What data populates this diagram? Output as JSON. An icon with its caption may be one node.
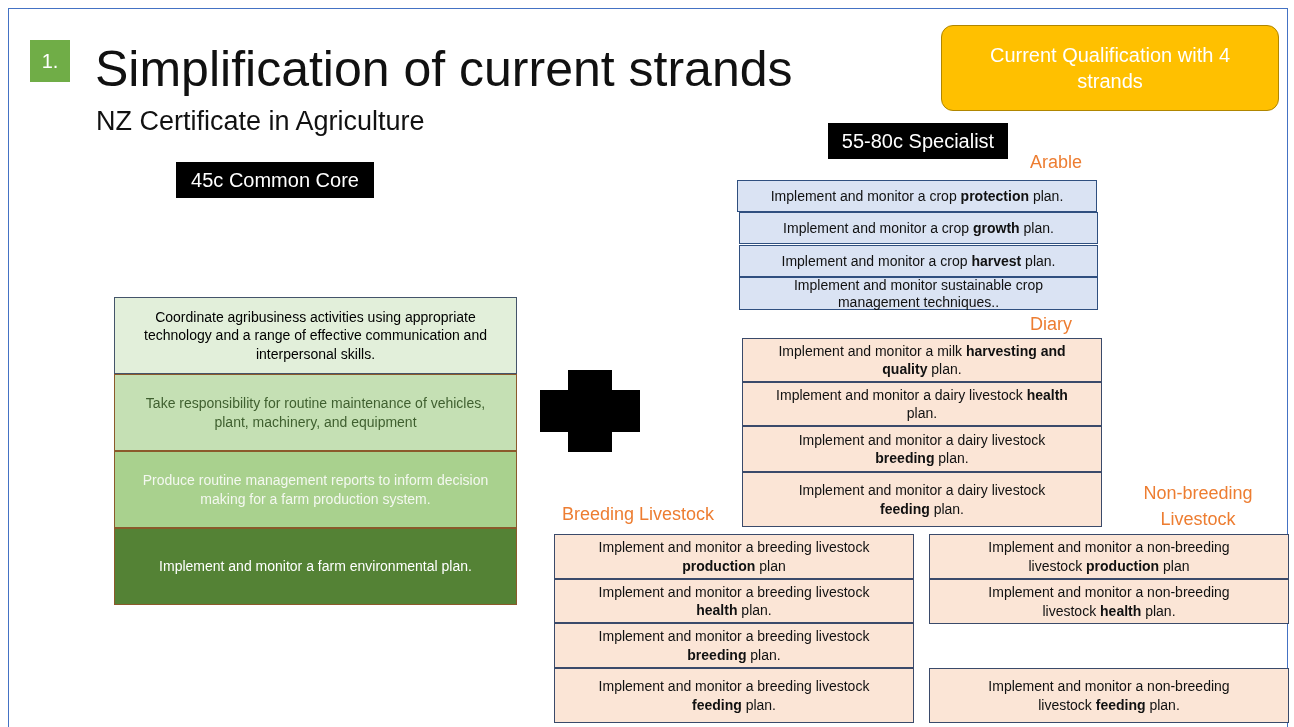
{
  "diagram": {
    "title": "Simplification of current strands",
    "nodes": [
      {
        "text": [
          "1."
        ]
      },
      {
        "text": [
          "Current Qualification with 4 strands"
        ]
      },
      {
        "text": [
          "55-80c Specialist"
        ]
      },
      {
        "text": [
          "45c Common Core"
        ]
      },
      {
        "text": [
          "Coordinate agribusiness activities using appropriate technology and a range of effective communication and interpersonal skills."
        ]
      },
      {
        "text": [
          "Take responsibility for routine maintenance of vehicles, plant, machinery, and equipment"
        ]
      },
      {
        "text": [
          "Produce routine management reports to inform decision making for a farm production system."
        ]
      },
      {
        "text": [
          "Implement and monitor a farm environmental plan."
        ]
      },
      {
        "text": [
          "Implement and monitor a crop **protection** plan."
        ]
      },
      {
        "text": [
          "Implement and monitor a crop **growth** plan."
        ]
      },
      {
        "text": [
          "Implement and monitor a crop **harvest** plan."
        ]
      },
      {
        "text": [
          "Implement and monitor sustainable crop management techniques.."
        ]
      },
      {
        "text": [
          "Implement and monitor a milk **harvesting and quality** plan."
        ]
      },
      {
        "text": [
          "Implement and monitor a dairy livestock **health** plan."
        ]
      },
      {
        "text": [
          "Implement and monitor a dairy livestock **breeding** plan."
        ]
      },
      {
        "text": [
          "Implement and monitor a dairy livestock **feeding** plan."
        ]
      },
      {
        "text": [
          "Implement and monitor a breeding livestock **production** plan"
        ]
      },
      {
        "text": [
          "Implement and monitor a breeding livestock **health** plan."
        ]
      },
      {
        "text": [
          "Implement and monitor a breeding livestock **breeding** plan."
        ]
      },
      {
        "text": [
          "Implement and monitor a breeding livestock **feeding** plan."
        ]
      },
      {
        "text": [
          "Implement and monitor a non-breeding livestock **production** plan"
        ]
      },
      {
        "text": [
          "Implement and monitor a non-breeding livestock **health** plan."
        ]
      },
      {
        "text": [
          "Implement and monitor a non-breeding livestock **feeding** plan."
        ]
      }
    ],
    "edges": [],
    "labels": [
      "NZ Certificate in Agriculture",
      "Arable",
      "Diary",
      "Breeding Livestock",
      "Non-breeding Livestock"
    ]
  }
}
